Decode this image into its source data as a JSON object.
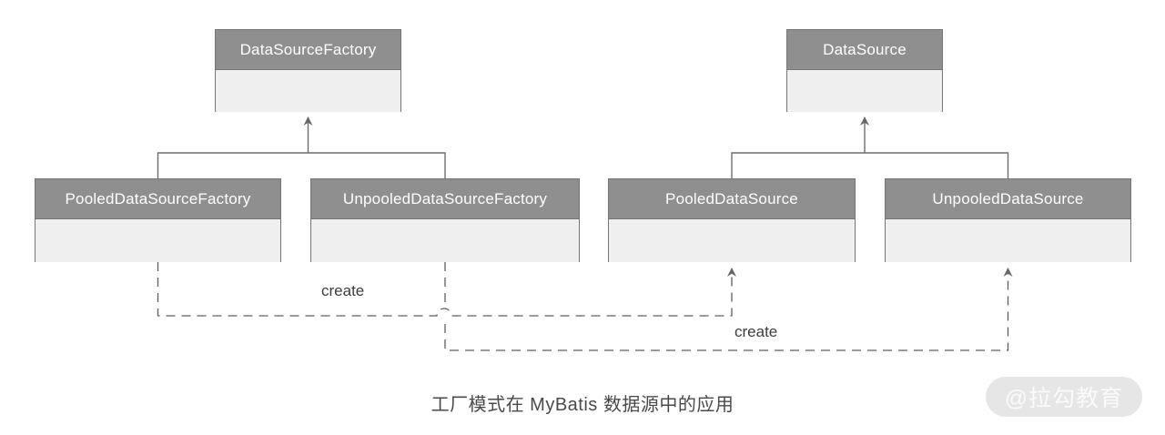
{
  "diagram": {
    "title": "工厂模式在 MyBatis 数据源中的应用",
    "watermark": "@拉勾教育",
    "nodes": {
      "data_source_factory": {
        "label": "DataSourceFactory"
      },
      "data_source": {
        "label": "DataSource"
      },
      "pooled_data_source_factory": {
        "label": "PooledDataSourceFactory"
      },
      "unpooled_data_source_factory": {
        "label": "UnpooledDataSourceFactory"
      },
      "pooled_data_source": {
        "label": "PooledDataSource"
      },
      "unpooled_data_source": {
        "label": "UnpooledDataSource"
      }
    },
    "edges": {
      "create_pooled": {
        "label": "create"
      },
      "create_unpooled": {
        "label": "create"
      }
    },
    "colors": {
      "node_header_fill": "#8f8f8f",
      "node_body_fill": "#efefef",
      "node_border": "#757575",
      "connector_line": "#6e6e6e",
      "dashed_edge_line": "#5f5f5f",
      "arrowhead_fill": "#666666",
      "node_text": "#ffffff",
      "edge_label_text": "#3d3d3d",
      "caption_text": "#4a4a4a",
      "watermark_bg": "#e6e6e6",
      "watermark_text": "#fafafa"
    }
  }
}
